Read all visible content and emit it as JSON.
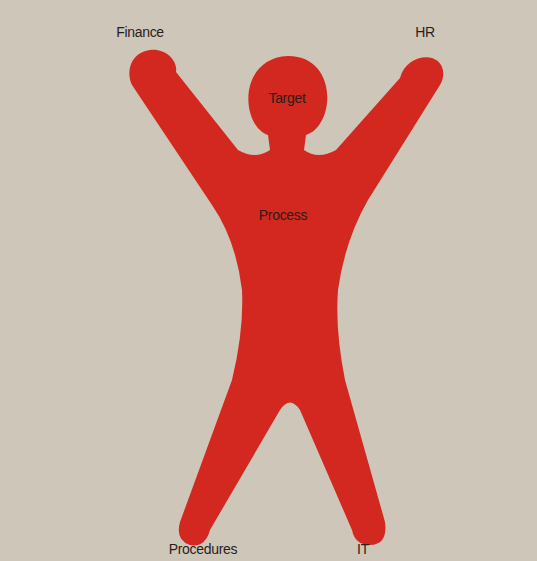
{
  "diagram": {
    "nodes": [
      {
        "text": [
          "Target",
          "Process"
        ]
      }
    ],
    "labels": [
      "Finance",
      "HR",
      "Procedures",
      "IT"
    ]
  }
}
